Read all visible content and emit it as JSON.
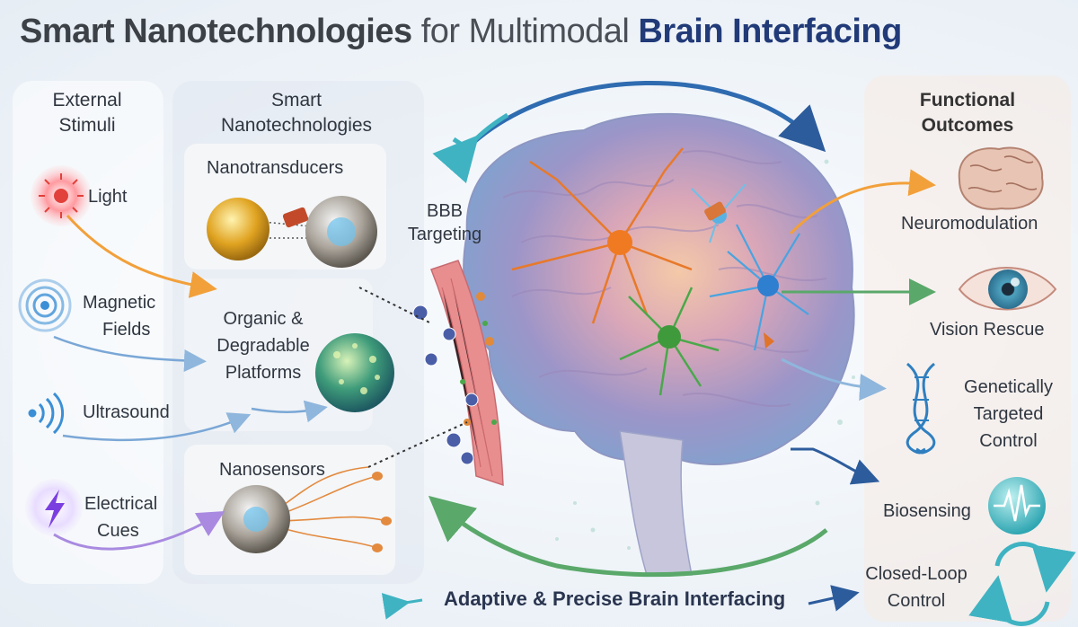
{
  "title": {
    "part1": "Smart Nanotechnologies",
    "part2": "for Multimodal",
    "part3": "Brain Interfacing"
  },
  "stimuli": {
    "header_line1": "External",
    "header_line2": "Stimuli",
    "items": [
      {
        "label": "Light",
        "icon": "light-burst-icon"
      },
      {
        "label_line1": "Magnetic",
        "label_line2": "Fields",
        "icon": "magnetic-waves-icon"
      },
      {
        "label": "Ultrasound",
        "icon": "ultrasound-waves-icon"
      },
      {
        "label_line1": "Electrical",
        "label_line2": "Cues",
        "icon": "lightning-bolt-icon"
      }
    ]
  },
  "nanotech": {
    "header_line1": "Smart",
    "header_line2": "Nanotechnologies",
    "items": [
      {
        "label": "Nanotransducers"
      },
      {
        "label_line1": "Organic &",
        "label_line2": "Degradable",
        "label_line3": "Platforms"
      },
      {
        "label": "Nanosensors"
      }
    ]
  },
  "bbb": {
    "line1": "BBB",
    "line2": "Targeting"
  },
  "outcomes": {
    "header_line1": "Functional",
    "header_line2": "Outcomes",
    "items": [
      {
        "label": "Neuromodulation",
        "icon": "brain-icon"
      },
      {
        "label": "Vision Rescue",
        "icon": "eye-icon"
      },
      {
        "label_line1": "Genetically",
        "label_line2": "Targeted",
        "label_line3": "Control",
        "icon": "dna-icon"
      },
      {
        "label": "Biosensing",
        "icon": "waveform-icon"
      },
      {
        "label_line1": "Closed-Loop",
        "label_line2": "Control",
        "icon": "cycle-arrows-icon"
      }
    ]
  },
  "footer": {
    "label": "Adaptive & Precise Brain Interfacing"
  },
  "colors": {
    "title_accent": "#213a78",
    "arrow_orange": "#f2a03a",
    "arrow_green": "#5aa86a",
    "arrow_blue": "#4c7bb8",
    "arrow_teal": "#3fb3c2",
    "arrow_purple": "#a98ae0"
  }
}
